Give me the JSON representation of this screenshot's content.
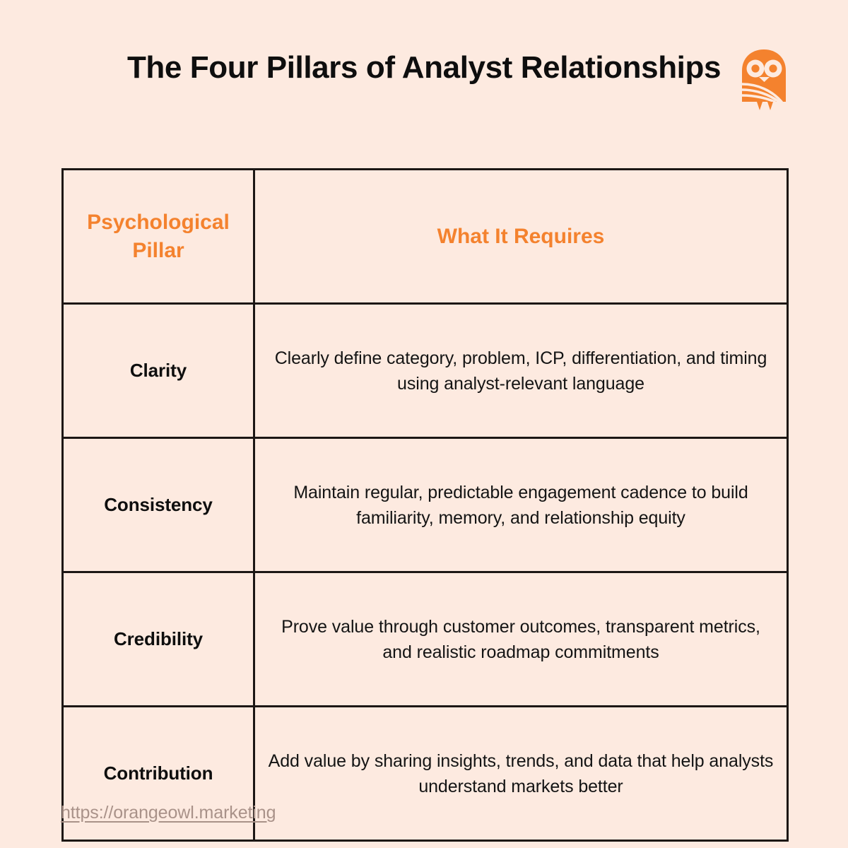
{
  "header": {
    "title": "The Four Pillars of Analyst Relationships",
    "logo_icon": "owl-logo-icon",
    "logo_color": "#f4822e"
  },
  "table": {
    "columns": [
      {
        "key": "pillar",
        "label": "Psychological Pillar"
      },
      {
        "key": "requires",
        "label": "What It Requires"
      }
    ],
    "header_color": "#f4822e",
    "border_color": "#1c1715",
    "rows": [
      {
        "pillar": "Clarity",
        "requires": "Clearly define category, problem, ICP, differentiation, and timing using analyst-relevant language"
      },
      {
        "pillar": "Consistency",
        "requires": "Maintain regular, predictable engagement cadence to build familiarity, memory, and relationship equity"
      },
      {
        "pillar": "Credibility",
        "requires": "Prove value through customer outcomes, transparent metrics, and realistic roadmap commitments"
      },
      {
        "pillar": "Contribution",
        "requires": "Add value by sharing insights, trends, and data that help analysts understand markets better"
      }
    ]
  },
  "footer": {
    "link_text": "https://orangeowl.marketing",
    "link_color": "#a99289"
  },
  "theme": {
    "background": "#fdeae0",
    "accent": "#f4822e",
    "text": "#0e0e0e"
  }
}
